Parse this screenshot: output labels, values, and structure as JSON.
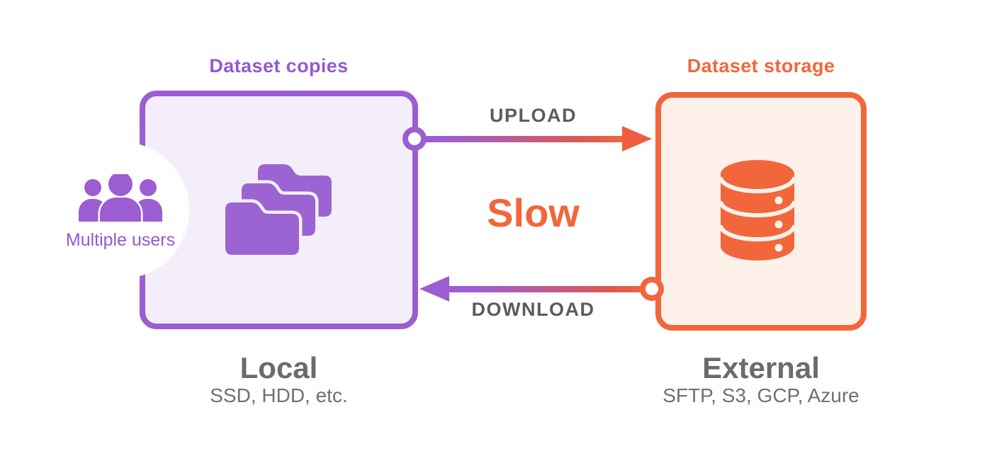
{
  "colors": {
    "purple": "#9B5DD1",
    "purple_light_fill": "#F4EEFA",
    "orange": "#F2663C",
    "orange_light_fill": "#FDF1EA",
    "caption_gray": "#6B6B6B",
    "flow_label_gray": "#5C5C5F"
  },
  "local": {
    "title": "Dataset copies",
    "users_label": "Multiple users",
    "name": "Local",
    "subtitle": "SSD, HDD, etc."
  },
  "external": {
    "title": "Dataset storage",
    "name": "External",
    "subtitle": "SFTP, S3, GCP, Azure"
  },
  "transfer": {
    "upload_label": "UPLOAD",
    "download_label": "DOWNLOAD",
    "speed_label": "Slow"
  }
}
